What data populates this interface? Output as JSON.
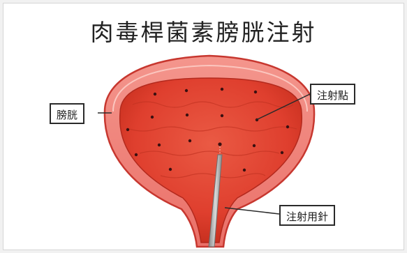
{
  "title": "肉毒桿菌素膀胱注射",
  "labels": {
    "bladder": "膀胱",
    "injection_point": "注射點",
    "needle": "注射用針"
  },
  "colors": {
    "outer_wall": "#ee7f78",
    "inner_cavity": "#df3f2e",
    "wall_outline": "#c7372f",
    "needle": "#a6a6a6",
    "dot": "#3a1010"
  }
}
